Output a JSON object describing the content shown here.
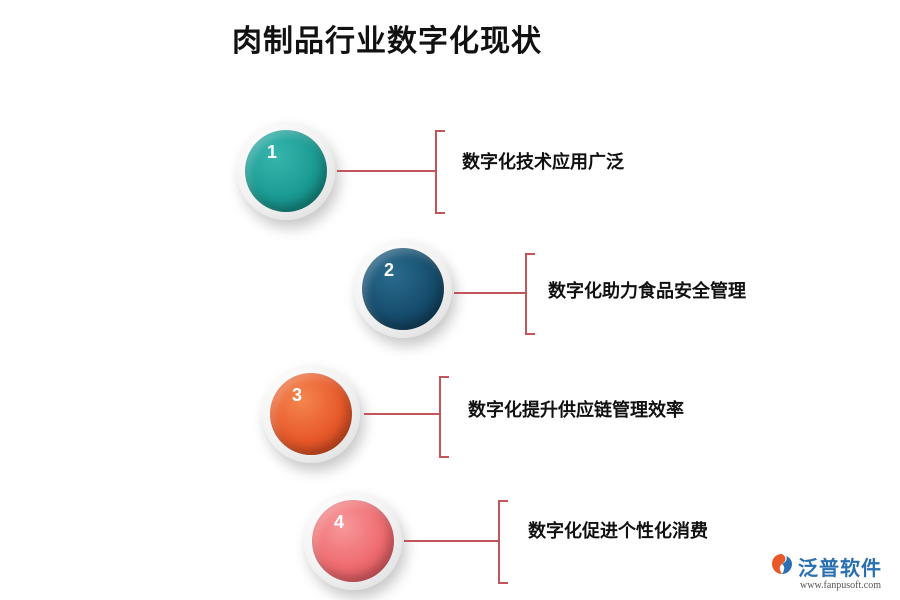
{
  "title": "肉制品行业数字化现状",
  "items": [
    {
      "number": "1",
      "label": "数字化技术应用广泛",
      "color": "#1a9a92"
    },
    {
      "number": "2",
      "label": "数字化助力食品安全管理",
      "color": "#164d6d"
    },
    {
      "number": "3",
      "label": "数字化提升供应链管理效率",
      "color": "#e8592a"
    },
    {
      "number": "4",
      "label": "数字化促进个性化消费",
      "color": "#ee6b6f"
    }
  ],
  "accent_color": "#c0565a",
  "logo": {
    "name": "泛普软件",
    "url": "www.fanpusoft.com"
  }
}
